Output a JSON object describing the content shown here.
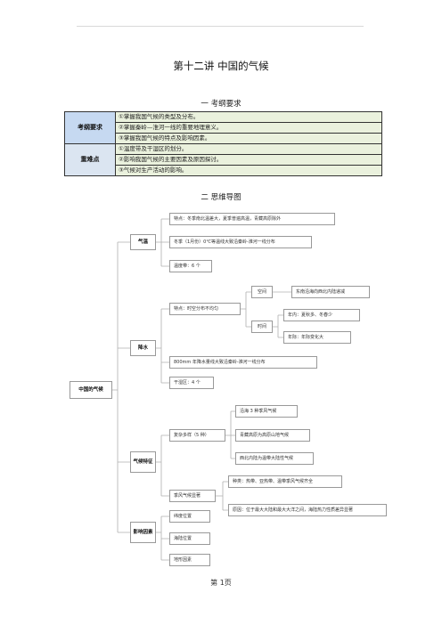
{
  "title": "第十二讲  中国的气候",
  "section1": "一  考纲要求",
  "section2": "二  思维导图",
  "requirements": {
    "row1_label": "考纲要求",
    "row1_items": [
      "①掌握我国气候的类型及分布。",
      "②掌握秦岭—淮河一线的重要地理意义。",
      "③掌握我国气候的特点及影响因素。"
    ],
    "row2_label": "重难点",
    "row2_items": [
      "①温度带及干湿区的划分。",
      "②影响我国气候的主要因素及原因探讨。",
      "③气候对生产活动的影响。"
    ]
  },
  "mindmap": {
    "root": "中国的气候",
    "temp": {
      "label": "气温",
      "c1": "特点：冬季南北温差大，夏季普遍高温，青藏高原除外",
      "c2": "冬季（1月份）0℃等温线大致沿秦岭-淮河一线分布",
      "c3": "温度带：6 个"
    },
    "precip": {
      "label": "降水",
      "feature": "特点：时空分布不均匀",
      "space": "空间",
      "space_detail": "东南沿海向西北内陆递减",
      "time": "时间",
      "time_d1": "年内：夏秋多、冬春少",
      "time_d2": "年际：年际变化大",
      "c2": "800mm 年降水量线大致沿秦岭-淮河一线分布",
      "c3": "干湿区：4 个"
    },
    "climate": {
      "label": "气候特征",
      "complex": "复杂多样（5 种）",
      "complex_d1": "沿海 3 种季风气候",
      "complex_d2": "青藏高原为高原山地气候",
      "complex_d3": "西北内陆为温带大陆性气候",
      "monsoon": "季风气候显著",
      "monsoon_d1": "种类：热带、亚热带、温带季风气候齐全",
      "monsoon_d2": "原因：位于最大大陆和最大大洋之间，海陆热力性质差异显著"
    },
    "factors": {
      "label": "影响因素",
      "c1": "纬度位置",
      "c2": "海陆位置",
      "c3": "地形因素"
    }
  },
  "footer": "第 1页"
}
